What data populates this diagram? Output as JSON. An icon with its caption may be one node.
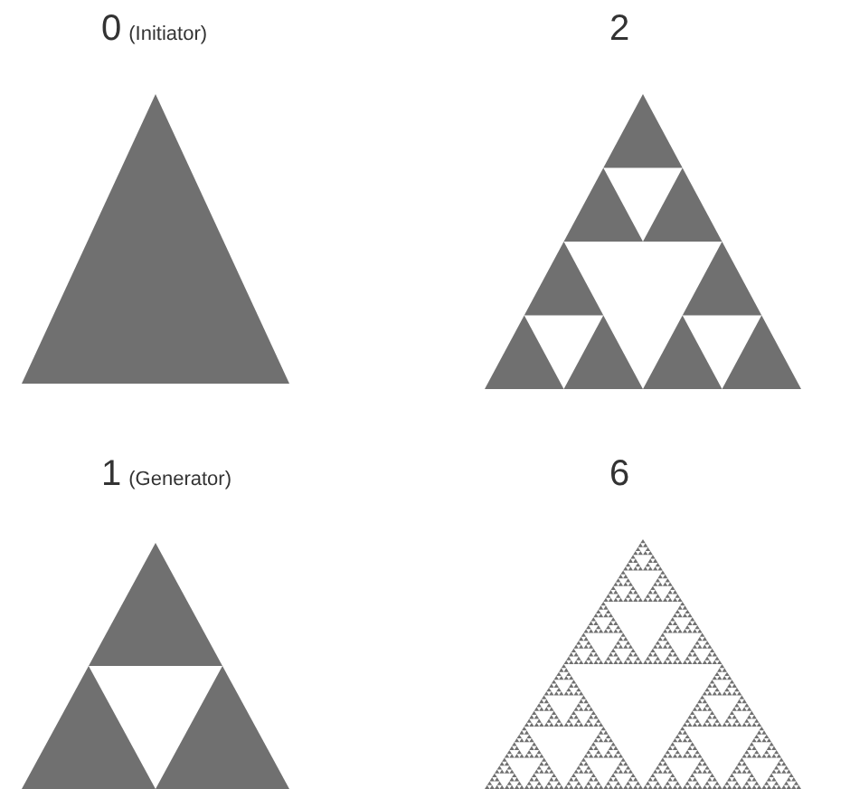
{
  "diagram": {
    "labels": [
      "0",
      "(Initiator)",
      "2",
      "1",
      "(Generator)",
      "6"
    ]
  }
}
